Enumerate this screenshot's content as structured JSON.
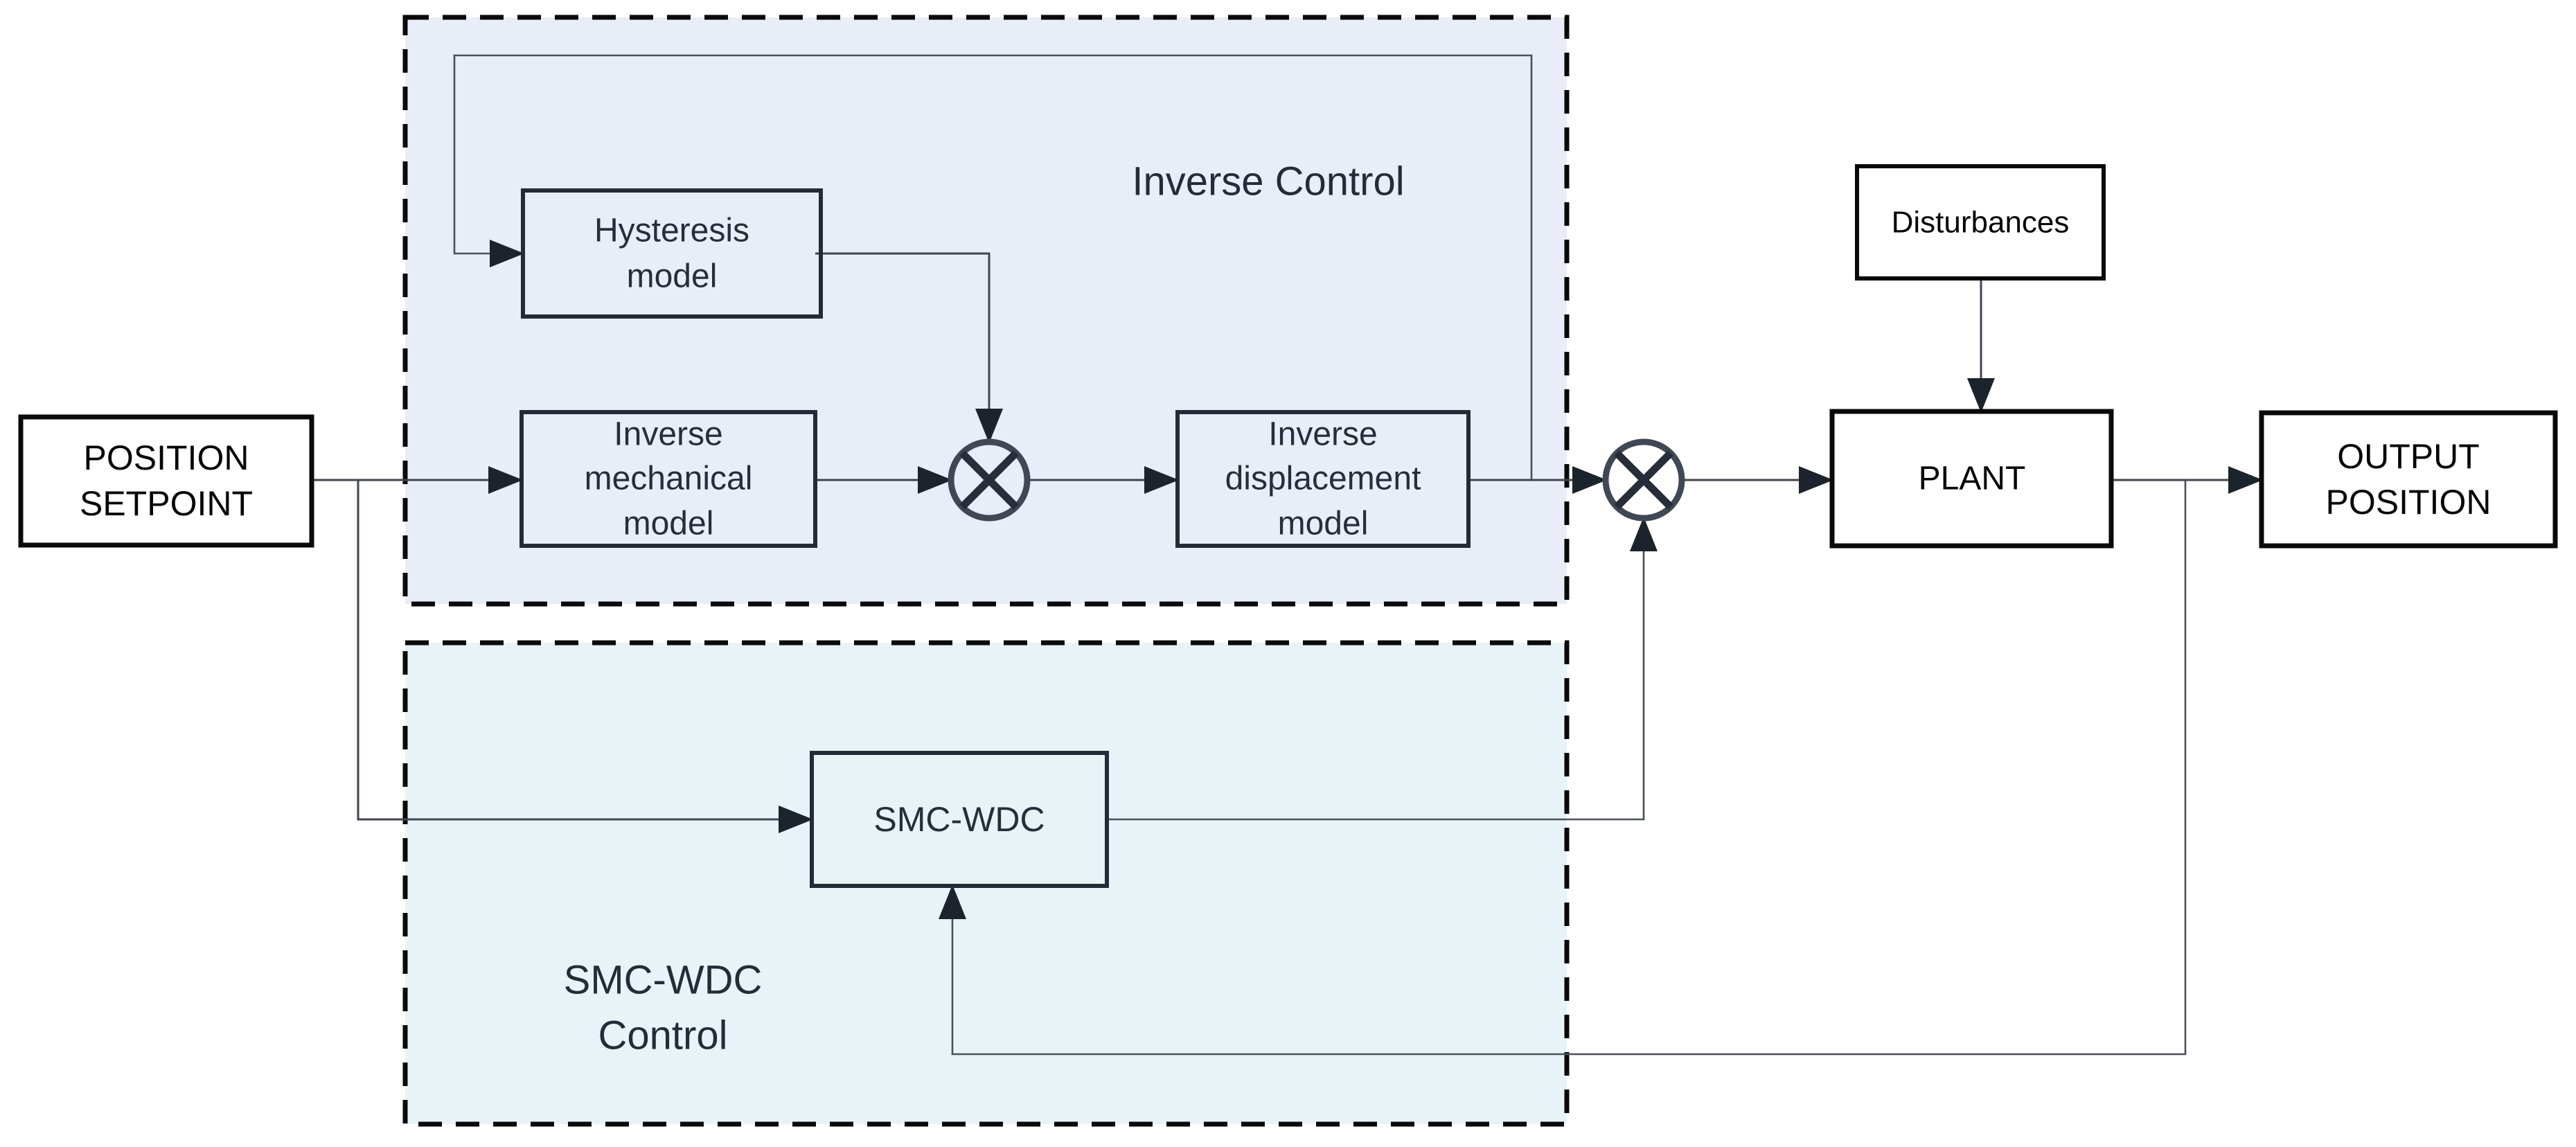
{
  "colors": {
    "inverse_group_fill": "#e8edf8",
    "smc_group_fill": "#e8f3f8",
    "wire_color": "#3f454f",
    "outer_border": "#0a0a0a",
    "inner_border": "#242b36"
  },
  "icons": {
    "multiply_junction_symbol": "circle-with-x (⊗)",
    "arrowhead": "solid-triangle"
  },
  "groups": {
    "inverse_control": {
      "label": "Inverse Control"
    },
    "smc_wdc_control": {
      "lines": [
        "SMC-WDC",
        "Control"
      ]
    }
  },
  "blocks": {
    "position_setpoint": {
      "lines": [
        "POSITION",
        "SETPOINT"
      ]
    },
    "hysteresis": {
      "lines": [
        "Hysteresis",
        "model"
      ]
    },
    "inverse_mechanical": {
      "lines": [
        "Inverse",
        "mechanical",
        "model"
      ]
    },
    "inverse_displacement": {
      "lines": [
        "Inverse",
        "displacement",
        "model"
      ]
    },
    "smc_wdc": {
      "label": "SMC-WDC"
    },
    "plant": {
      "label": "PLANT"
    },
    "disturbances": {
      "label": "Disturbances"
    },
    "output_position": {
      "lines": [
        "OUTPUT",
        "POSITION"
      ]
    }
  }
}
